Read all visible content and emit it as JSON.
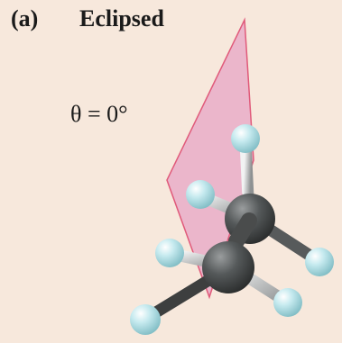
{
  "figure": {
    "panel_letter": "(a)",
    "conformation": "Eclipsed",
    "dihedral_label": "θ = 0°"
  },
  "colors": {
    "background": "#f7e8dc",
    "plane_fill": "#e7a6c6",
    "plane_edge": "#e05a7a",
    "carbon": "#4a4c4c",
    "hydrogen": "#a9dde4",
    "bond": "#d8dadb"
  }
}
